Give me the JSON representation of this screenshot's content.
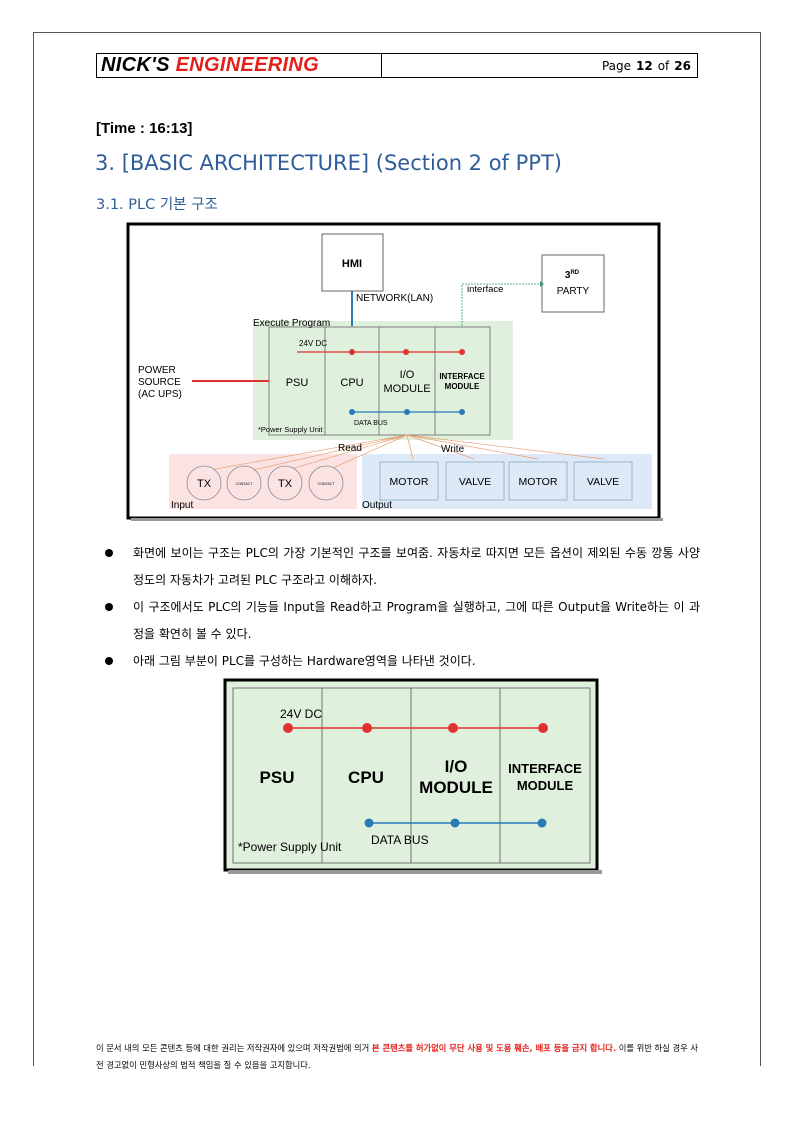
{
  "header": {
    "logo_part1": "NICK'S",
    "logo_part2": "ENGINEERING",
    "page_label": "Page",
    "page_number": "12",
    "of_label": "of",
    "total_pages": "26"
  },
  "time_label": "[Time : 16:13]",
  "section_title": "3. [BASIC ARCHITECTURE] (Section 2 of PPT)",
  "subsection_title": "3.1. PLC 기본 구조",
  "diagram1": {
    "hmi": "HMI",
    "network": "NETWORK(LAN)",
    "interface_label": "interface",
    "third_party_line1": "3",
    "third_party_sup": "RD",
    "third_party_line2": "PARTY",
    "execute_program": "Execute Program",
    "power_source_1": "POWER",
    "power_source_2": "SOURCE",
    "power_source_3": "(AC UPS)",
    "dc24": "24V DC",
    "psu": "PSU",
    "cpu": "CPU",
    "io_1": "I/O",
    "io_2": "MODULE",
    "if_1": "INTERFACE",
    "if_2": "MODULE",
    "data_bus": "DATA BUS",
    "psu_note": "*Power Supply Unit",
    "read": "Read",
    "write": "Write",
    "input_label": "Input",
    "output_label": "Output",
    "inputs": [
      "TX",
      "CONTACT",
      "TX",
      "CONTACT"
    ],
    "outputs": [
      "MOTOR",
      "VALVE",
      "MOTOR",
      "VALVE"
    ]
  },
  "bullets": [
    "화면에 보이는 구조는 PLC의 가장 기본적인 구조를 보여줌. 자동차로 따지면 모든 옵션이 제외된 수동 깡통 사양 정도의 자동차가 고려된 PLC 구조라고 이해하자.",
    "이 구조에서도 PLC의 기능들 Input을 Read하고 Program을 실행하고, 그에 따른 Output을 Write하는 이 과정을 확연히 볼 수 있다.",
    "아래 그림 부분이 PLC를 구성하는 Hardware영역을 나타낸 것이다."
  ],
  "diagram2": {
    "dc24": "24V DC",
    "psu": "PSU",
    "cpu": "CPU",
    "io_1": "I/O",
    "io_2": "MODULE",
    "if_1": "INTERFACE",
    "if_2": "MODULE",
    "data_bus": "DATA BUS",
    "psu_note": "*Power Supply Unit"
  },
  "footer": {
    "text1": "이 문서 내의 모든 콘텐츠 등에 대한 권리는 저작권자에 있으며 저작권법에 의거 ",
    "red1": "본 콘텐츠를 허가없이 무단 사용 및 도용 훼손, 배포 등을 금지 합니다.",
    "text2": " 이를 위반 하실 경우 사전 경고없이 민형사상의 법적 책임을 질 수 있음을 고지합니다."
  },
  "colors": {
    "heading_blue": "#2e5d99",
    "logo_red": "#e3211b",
    "power_red": "#e03030",
    "bus_blue": "#2a7ab8",
    "green_panel": "#dff0dc",
    "pink_panel": "#fbe3e3",
    "blue_panel": "#dde9f6"
  }
}
